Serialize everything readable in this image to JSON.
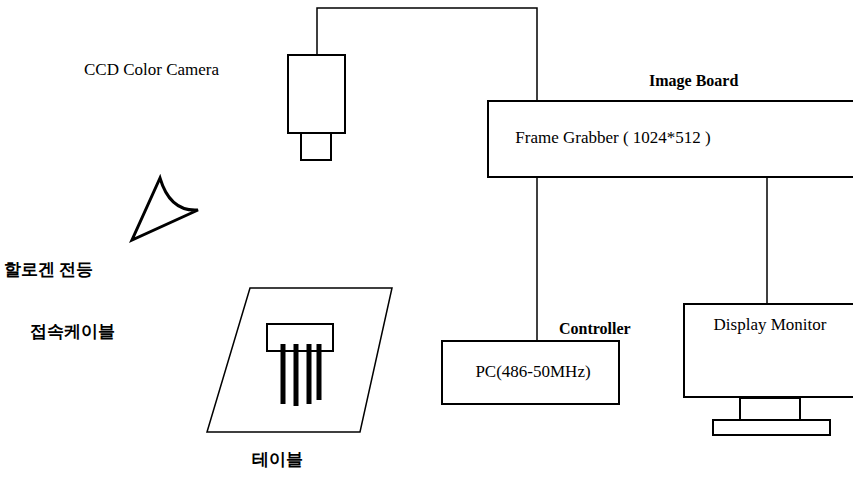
{
  "diagram": {
    "nodes": [
      {
        "text": [
          "Image Board",
          "Frame Grabber ( 1024*512 )"
        ]
      },
      {
        "text": [
          "Controller",
          "PC(486-50MHz)"
        ]
      },
      {
        "text": [
          "Display Monitor"
        ]
      }
    ],
    "edges": [
      {
        "from": 0,
        "to": 1,
        "arrow": "none"
      },
      {
        "from": 0,
        "to": 2,
        "arrow": "none"
      }
    ],
    "labels": [
      "CCD Color Camera",
      "할로겐 전등",
      "접속케이블",
      "테이블"
    ]
  }
}
